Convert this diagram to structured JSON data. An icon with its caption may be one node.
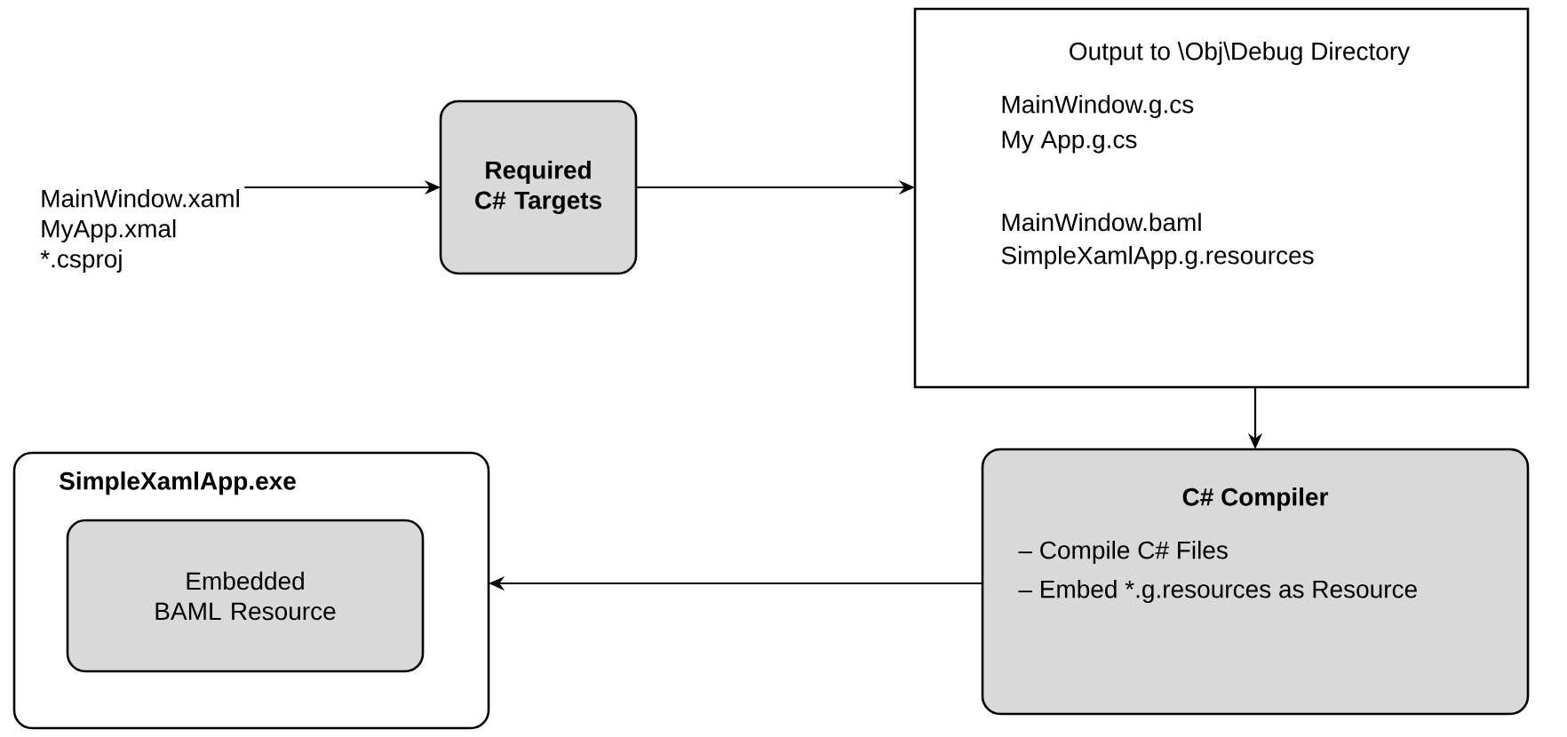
{
  "diagram": {
    "nodes": [
      {
        "text": [
          "MainWindow.xaml",
          "MyApp.xmal",
          "*.csproj"
        ]
      },
      {
        "text": [
          "Required C# Targets"
        ]
      },
      {
        "text": [
          "Output to \\Obj\\Debug Directory",
          "MainWindow.g.cs",
          "My App.g.cs",
          "MainWindow.baml",
          "SimpleXamlApp.g.resources"
        ]
      },
      {
        "text": [
          "C# Compiler",
          "– Compile C# Files",
          "– Embed *.g.resources as Resource"
        ]
      },
      {
        "text": [
          "SimpleXamlApp.exe"
        ]
      },
      {
        "text": [
          "Embedded BAML Resource"
        ],
        "in": 4
      }
    ],
    "edges": [
      {
        "from": 0,
        "to": 1,
        "arrow": "to"
      },
      {
        "from": 1,
        "to": 2,
        "arrow": "to"
      },
      {
        "from": 2,
        "to": 3,
        "arrow": "to"
      },
      {
        "from": 3,
        "to": 4,
        "arrow": "to"
      }
    ]
  }
}
